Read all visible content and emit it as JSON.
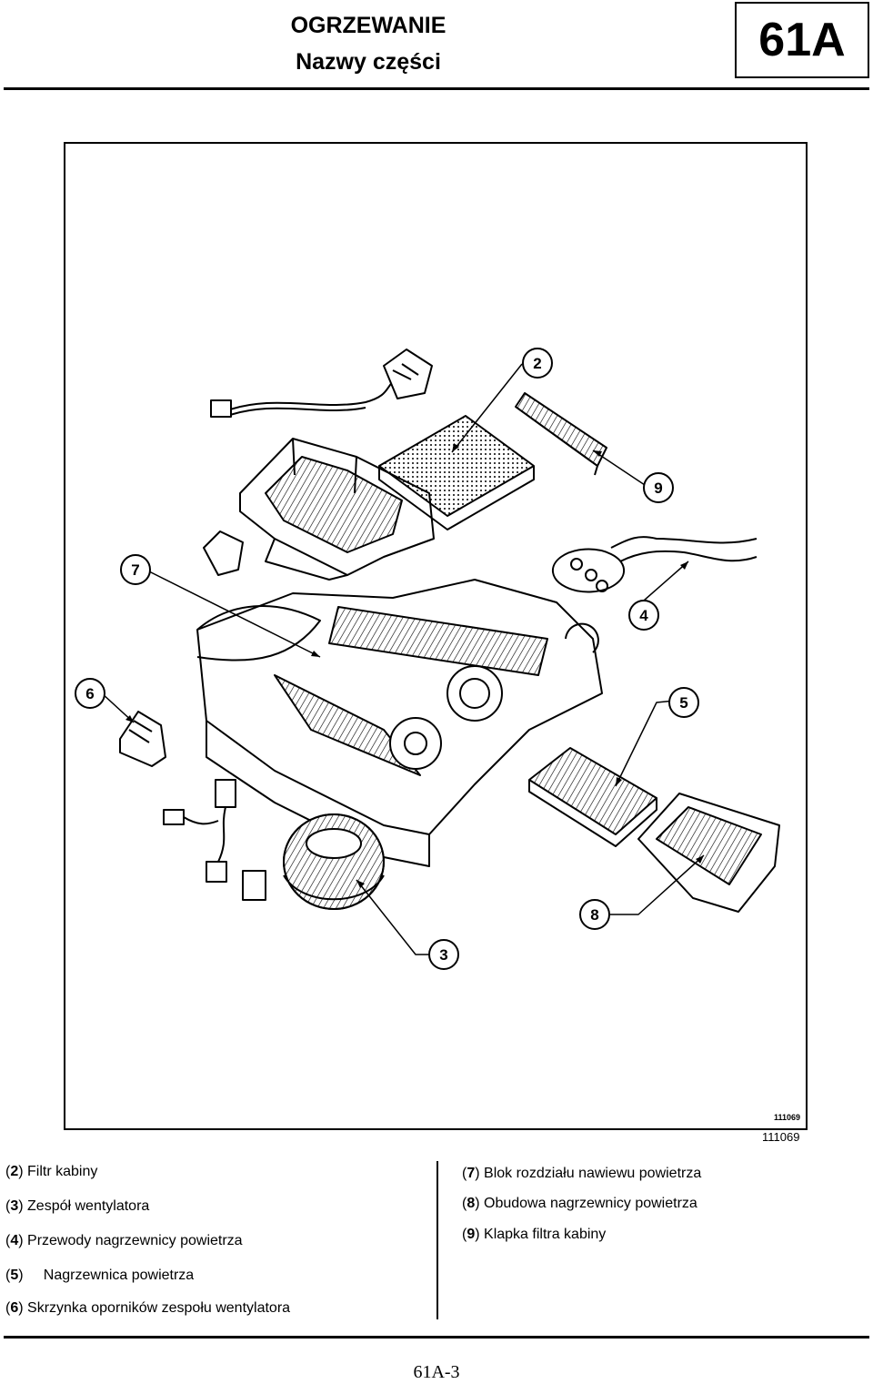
{
  "header": {
    "title": "OGRZEWANIE",
    "subtitle": "Nazwy części",
    "section": "61A"
  },
  "figure": {
    "tag": "111069",
    "number": "111069",
    "callouts": [
      "2",
      "9",
      "7",
      "4",
      "6",
      "5",
      "8",
      "3"
    ]
  },
  "legend_left": [
    {
      "num": "2",
      "text": "Filtr kabiny"
    },
    {
      "num": "3",
      "text": "Zespół wentylatora"
    },
    {
      "num": "4",
      "text": "Przewody nagrzewnicy powietrza"
    },
    {
      "num": "5",
      "text": "Nagrzewnica powietrza"
    },
    {
      "num": "6",
      "text": "Skrzynka oporników zespołu wentylatora"
    }
  ],
  "legend_right": [
    {
      "num": "7",
      "text": "Blok rozdziału nawiewu powietrza"
    },
    {
      "num": "8",
      "text": "Obudowa nagrzewnicy powietrza"
    },
    {
      "num": "9",
      "text": "Klapka filtra kabiny"
    }
  ],
  "footer": {
    "page": "61A-3"
  }
}
